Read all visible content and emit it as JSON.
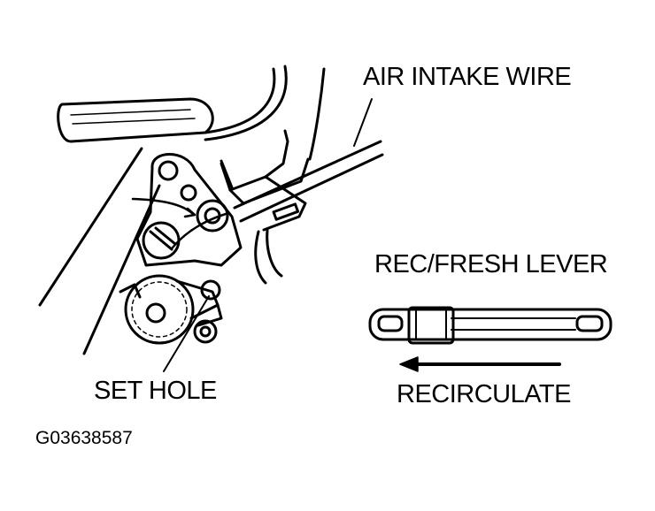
{
  "labels": {
    "air_intake_wire": "AIR INTAKE WIRE",
    "rec_fresh_lever": "REC/FRESH LEVER",
    "set_hole": "SET HOLE",
    "recirculate": "RECIRCULATE",
    "figure_code": "G03638587"
  },
  "colors": {
    "ink": "#000000",
    "paper": "#ffffff"
  }
}
